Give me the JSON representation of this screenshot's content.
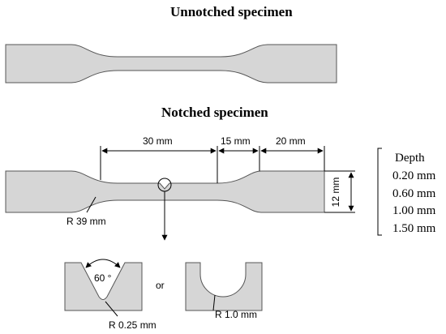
{
  "titles": {
    "unnotched": "Unnotched specimen",
    "notched": "Notched specimen"
  },
  "dimensions": {
    "gauge_length": "30 mm",
    "transition_length": "15 mm",
    "grip_length": "20 mm",
    "width": "12 mm",
    "fillet_radius": "R 39 mm"
  },
  "depth": {
    "label": "Depth",
    "values": [
      "0.20 mm",
      "0.60 mm",
      "1.00 mm",
      "1.50 mm"
    ]
  },
  "notch_details": {
    "v_angle": "60 °",
    "connector": "or",
    "v_radius": "R 0.25 mm",
    "u_radius": "R 1.0 mm"
  },
  "colors": {
    "specimen_fill": "#d6d6d6",
    "outline": "#555555"
  }
}
